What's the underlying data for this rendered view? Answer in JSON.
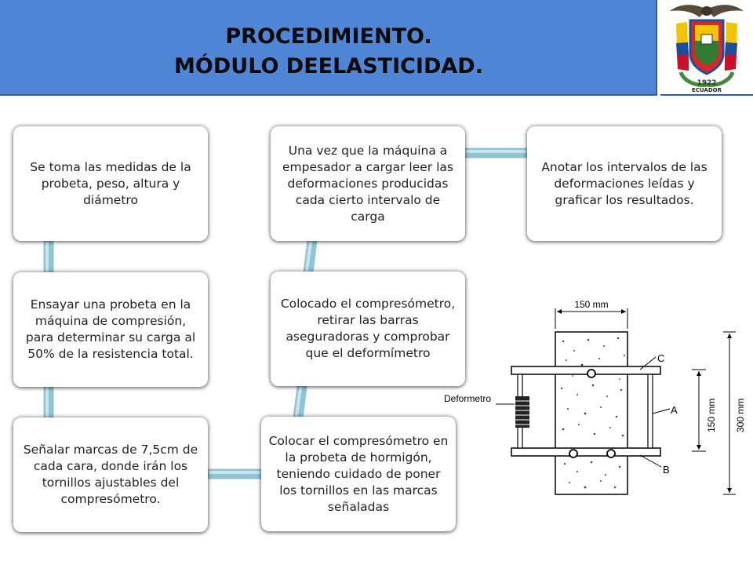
{
  "header": {
    "title_line1": "PROCEDIMIENTO.",
    "title_line2": "MÓDULO DEELASTICIDAD.",
    "logo_year": "1922",
    "logo_country": "ECUADOR"
  },
  "flow": {
    "steps": [
      {
        "text": "Se toma las medidas de la probeta, peso, altura y diámetro"
      },
      {
        "text": "Ensayar una probeta en la máquina de compresión, para determinar su carga al 50% de la resistencia total."
      },
      {
        "text": "Señalar marcas de 7,5cm de cada cara, donde irán los tornillos ajustables del compresómetro."
      },
      {
        "text": "Colocar el compresómetro en la probeta de hormigón, teniendo cuidado de poner los tornillos en las marcas señaladas"
      },
      {
        "text": "Colocado el compresómetro, retirar las barras aseguradoras y comprobar que el deformímetro"
      },
      {
        "text": "Una vez que la máquina a empesador a cargar leer las deformaciones producidas cada cierto intervalo de carga"
      },
      {
        "text": "Anotar los intervalos de las deformaciones leídas y graficar los resultados."
      }
    ]
  },
  "drawing": {
    "dim_top": "150 mm",
    "label_c": "C",
    "label_a": "A",
    "label_b": "B",
    "label_deformeter": "Deformetro",
    "dim_mid": "150 mm",
    "dim_full": "300 mm"
  },
  "colors": {
    "header_bg": "#4f86d6",
    "connector": "#8fc3d8"
  }
}
